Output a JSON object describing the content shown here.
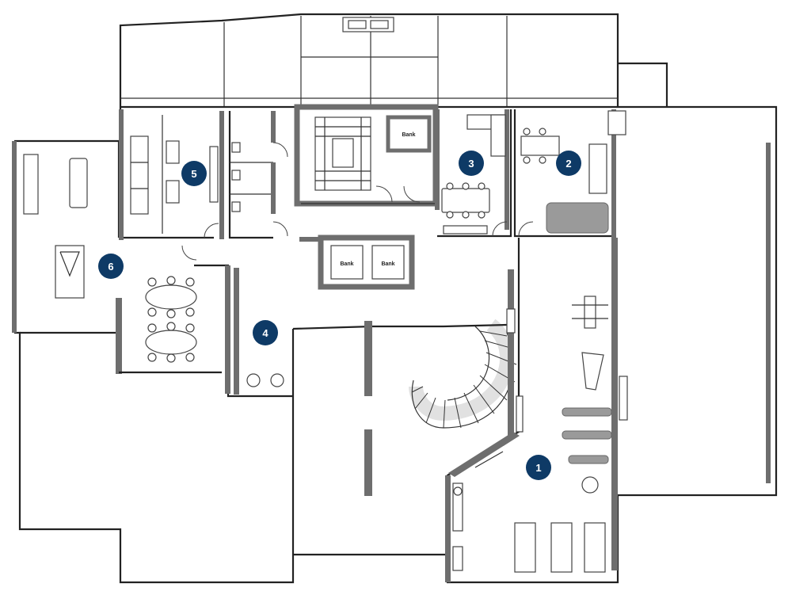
{
  "floor_plan": {
    "zones": [
      {
        "id": "zone-1",
        "number": "1"
      },
      {
        "id": "zone-2",
        "number": "2"
      },
      {
        "id": "zone-3",
        "number": "3"
      },
      {
        "id": "zone-4",
        "number": "4"
      },
      {
        "id": "zone-5",
        "number": "5"
      },
      {
        "id": "zone-6",
        "number": "6"
      }
    ],
    "lift_label": "Bank",
    "colors": {
      "badge": "#0e3a66",
      "wall": "#222222",
      "heavy_wall": "#6e6e6e"
    }
  }
}
